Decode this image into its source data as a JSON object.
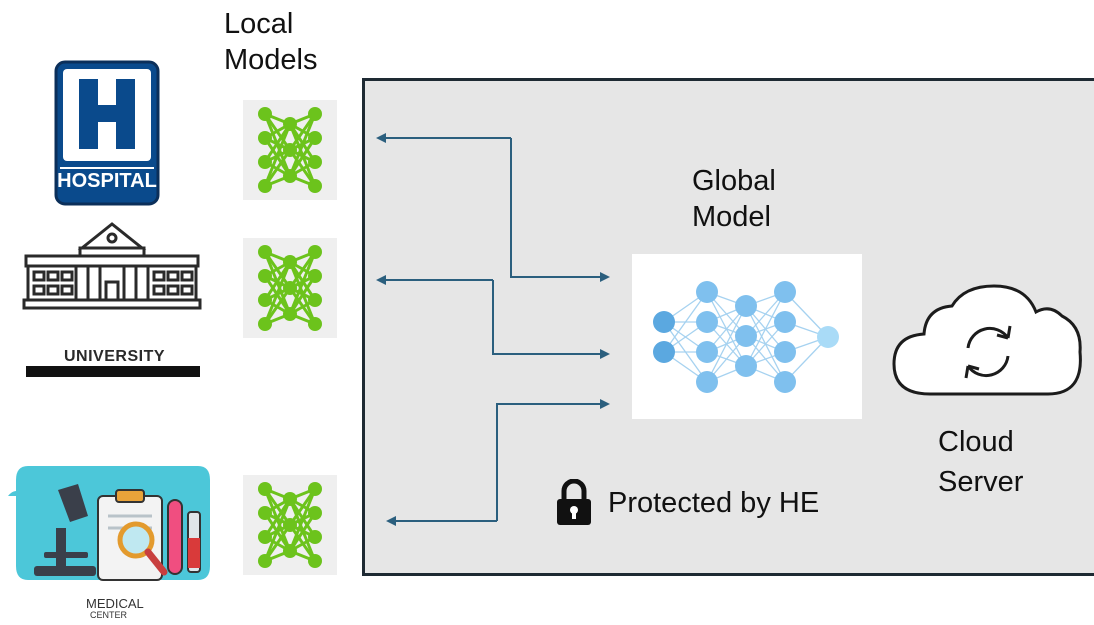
{
  "labels": {
    "local_models_line1": "Local",
    "local_models_line2": "Models",
    "global_model_line1": "Global",
    "global_model_line2": "Model",
    "cloud_server_line1": "Cloud",
    "cloud_server_line2": "Server",
    "protected": "Protected by HE"
  },
  "institutions": {
    "hospital": "HOSPITAL",
    "university": "UNIVERSITY",
    "medical_line1": "MEDICAL",
    "medical_line2": "CENTER"
  },
  "icons": {
    "hospital": "hospital-sign-icon",
    "university": "university-building-icon",
    "medical": "medical-center-icon",
    "local_model": "neural-network-icon",
    "global_model": "neural-network-icon",
    "cloud": "cloud-sync-icon",
    "lock": "lock-icon"
  },
  "colors": {
    "hospital_blue": "#0a4a8c",
    "local_net_green": "#6cc31c",
    "global_net_blue": "#6fb8ea",
    "arrow_blue": "#2b5f7e",
    "server_bg": "#e6e6e6",
    "medical_teal": "#4cc7d9"
  }
}
